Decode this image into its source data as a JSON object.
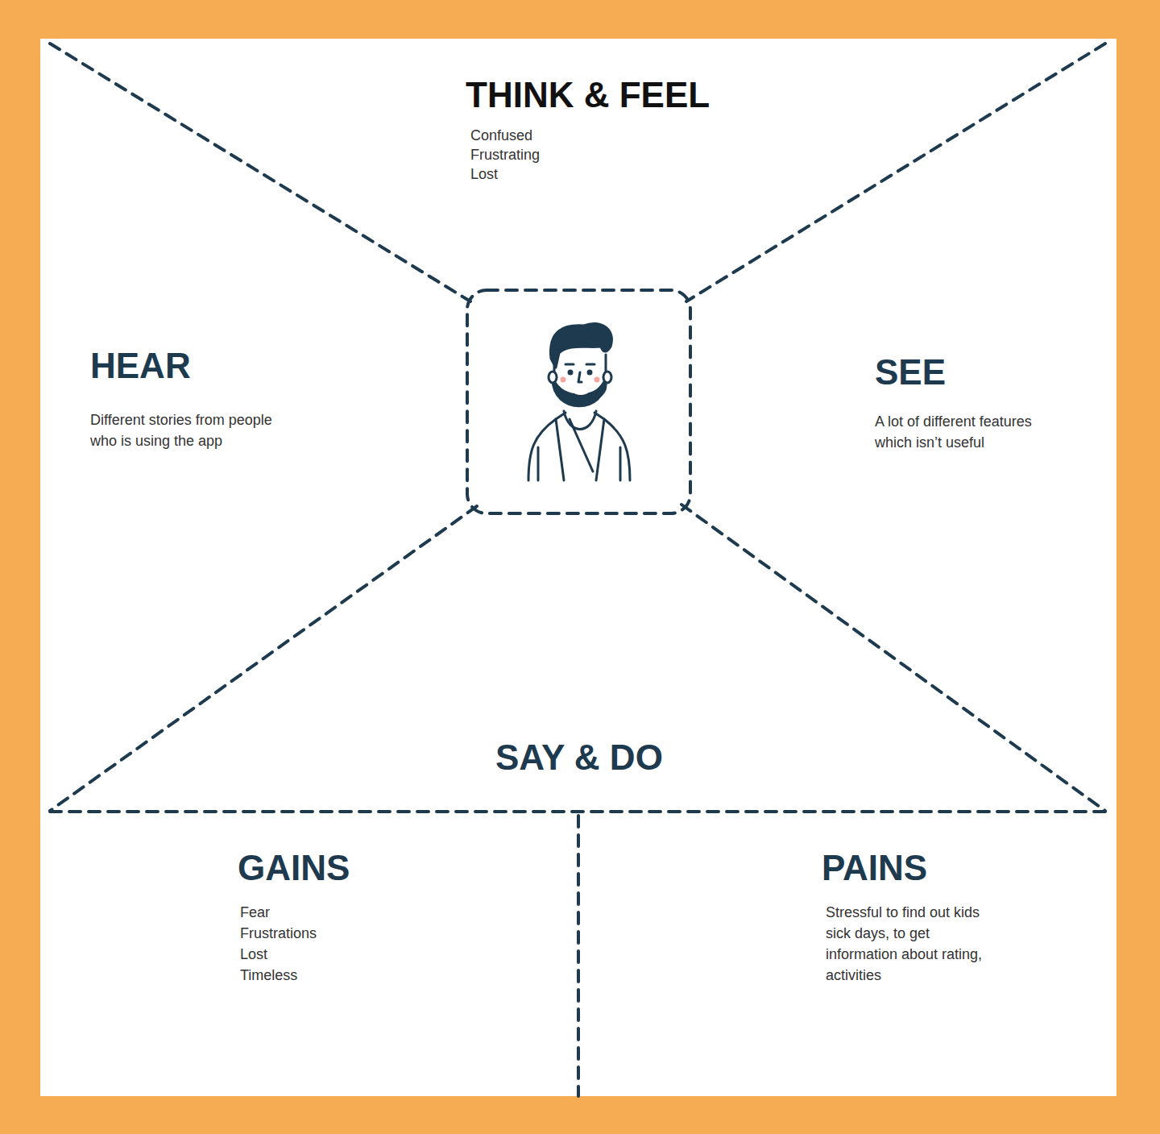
{
  "diagram": {
    "nodes": [
      {
        "text": [
          "THINK & FEEL",
          "Confused Frustrating Lost"
        ]
      },
      {
        "text": [
          "HEAR",
          "Different stories from people who is using the app"
        ]
      },
      {
        "text": [
          "SEE",
          "A lot of different features which isn’t useful"
        ]
      },
      {
        "text": [
          "SAY & DO"
        ]
      },
      {
        "text": [
          "GAINS",
          "Fear Frustrations Lost Timeless"
        ]
      },
      {
        "text": [
          "PAINS",
          "Stressful to find out kids sick days, to get information about rating, activities"
        ]
      }
    ]
  }
}
